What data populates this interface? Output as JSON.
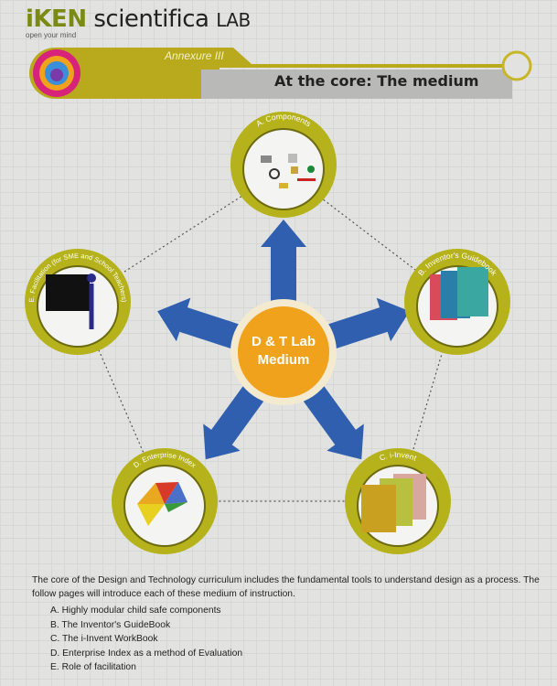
{
  "header": {
    "brand": "iKEN",
    "brand_rest": "scientifica",
    "brand_suffix": "LAB",
    "tagline": "open your mind",
    "annexure": "Annexure III",
    "title": "At the core: The medium"
  },
  "diagram": {
    "center_line1": "D & T Lab",
    "center_line2": "Medium",
    "nodes": [
      {
        "label": "A. Components"
      },
      {
        "label": "B. Inventor's Guidebook"
      },
      {
        "label": "C. i-Invent"
      },
      {
        "label": "D. Enterprise Index"
      },
      {
        "label": "E. Facilitation (for SME and School Teachers)"
      }
    ]
  },
  "body": {
    "intro": "The core of the Design and Technology curriculum includes the fundamental tools to understand design as a process. The follow pages will introduce each of these medium of instruction.",
    "items": [
      "A. Highly modular child safe components",
      "B. The Inventor's GuideBook",
      "C. The i-Invent WorkBook",
      "D. Enterprise Index as a method of Evaluation",
      "E. Role of facilitation"
    ]
  },
  "colors": {
    "olive": "#b5b21c",
    "arrow": "#2f5fae",
    "center": "#f0a21c"
  }
}
